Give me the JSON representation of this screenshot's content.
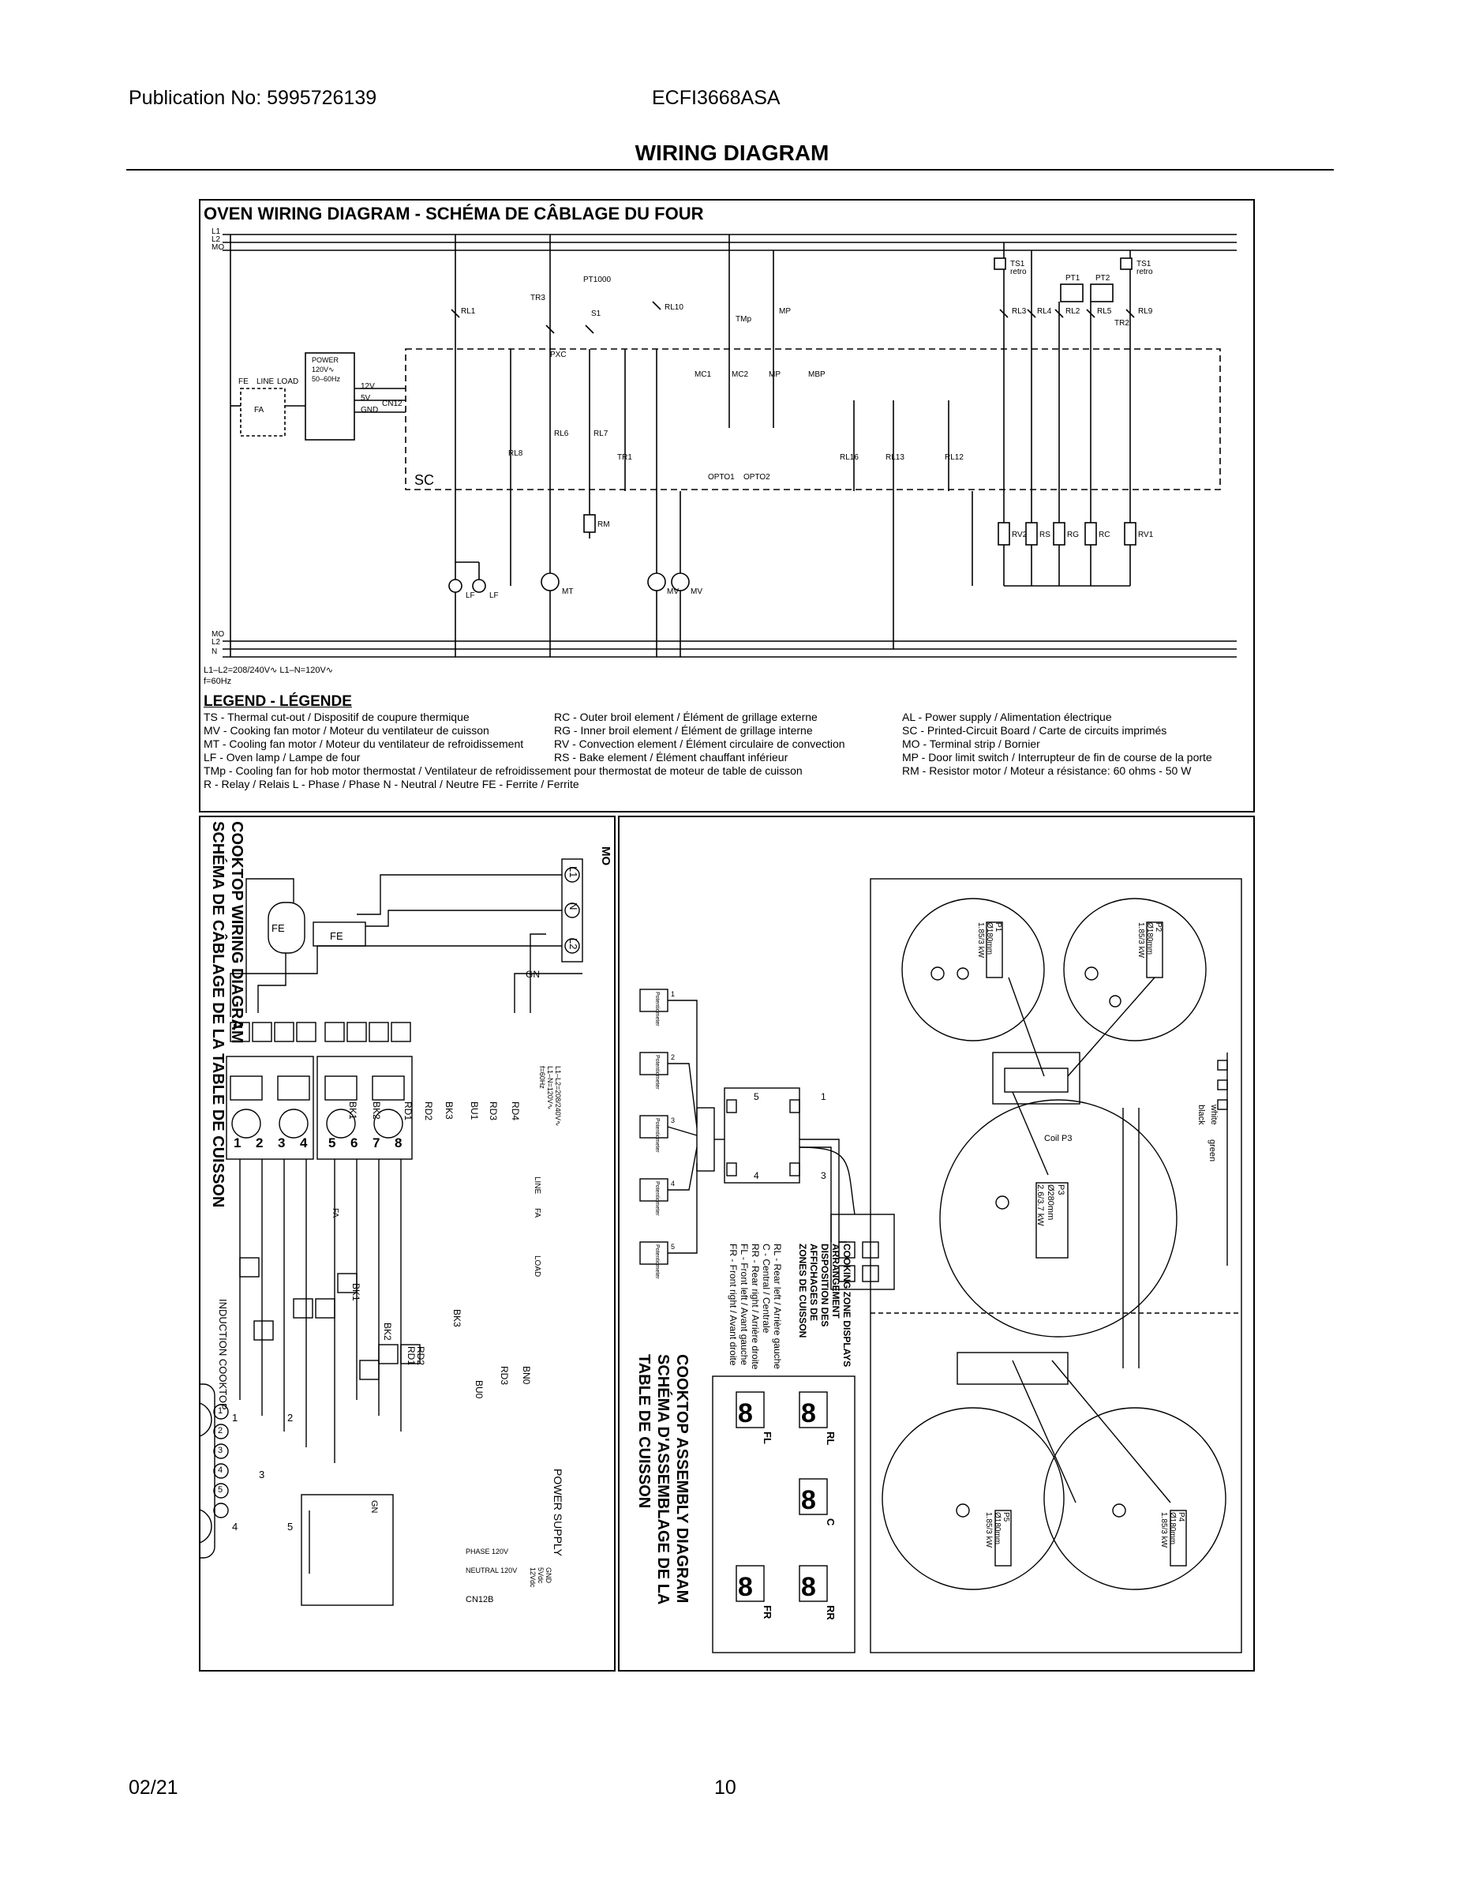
{
  "header": {
    "publication": "Publication No: 5995726139",
    "model": "ECFI3668ASA",
    "title": "WIRING DIAGRAM"
  },
  "footer": {
    "date": "02/21",
    "page": "10"
  },
  "oven": {
    "title": "OVEN WIRING DIAGRAM  -  SCHÉMA DE CÂBLAGE DU FOUR",
    "supply_note": "L1–L2=208/240V∿  L1–N=120V∿",
    "freq_note": "f=60Hz",
    "power_box": [
      "POWER",
      "120V∿",
      "50–60Hz"
    ],
    "legend_title": "LEGEND - LÉGENDE",
    "legend_col1": [
      "TS - Thermal cut-out / Dispositif de coupure thermique",
      "MV - Cooking fan motor / Moteur du ventilateur de cuisson",
      "MT - Cooling fan motor / Moteur du ventilateur de refroidissement",
      "LF - Oven lamp / Lampe de four",
      "TMp - Cooling fan for hob motor thermostat / Ventilateur de refroidissement pour thermostat de moteur de table de cuisson",
      "R - Relay / Relais  L - Phase / Phase  N - Neutral / Neutre  FE - Ferrite / Ferrite"
    ],
    "legend_col2": [
      "RC - Outer broil element / Élément de grillage externe",
      "RG - Inner broil element / Élément de grillage interne",
      "RV - Convection element / Élément circulaire de convection",
      "RS - Bake element / Élément chauffant inférieur"
    ],
    "legend_col3": [
      "AL - Power supply / Alimentation électrique",
      "SC - Printed-Circuit Board / Carte de circuits imprimés",
      "MO - Terminal strip / Bornier",
      "MP - Door limit switch / Interrupteur de fin de course de la porte",
      "RM - Resistor motor / Moteur a résistance:  60 ohms - 50 W"
    ],
    "relays": [
      "RL1",
      "TR3",
      "RL8",
      "RL6",
      "RL7",
      "TR1",
      "RL10",
      "RL16",
      "RL13",
      "RL12",
      "RL3",
      "RL4",
      "RL2",
      "RL5",
      "TR2",
      "RL9"
    ],
    "loads": [
      "LF",
      "LF",
      "MT",
      "MV",
      "MV",
      "RM",
      "RV2",
      "RS",
      "RG",
      "RC",
      "RV1"
    ],
    "misc_labels": [
      "PT1000",
      "S1",
      "TMp",
      "MP",
      "MC1",
      "MC2",
      "MBP",
      "PXC",
      "OPTO1",
      "OPTO2",
      "TS1 retro",
      "TS1 retro",
      "PT1",
      "PT2",
      "SC",
      "FA",
      "FE",
      "LINE",
      "LOAD",
      "12V",
      "5V",
      "GND",
      "CN12"
    ]
  },
  "cooktop_wiring": {
    "title_1": "COOKTOP WIRING DIAGRAM",
    "title_2": "SCHÉMA DE CÂBLAGE DE LA TABLE DE CUISSON",
    "mo_label": "MO",
    "terminals": [
      "L1",
      "N",
      "L2"
    ],
    "fe_label": "FE",
    "gn_label": "GN",
    "supply_note": [
      "L1–L2=208/240V∿",
      "L1–N=120V∿",
      "f=60Hz"
    ],
    "wire_labels_top": [
      "BK1",
      "BK2",
      "RD1",
      "RD2",
      "BK3",
      "BU1",
      "RD3",
      "RD4"
    ],
    "connector_numbers": [
      "1",
      "2",
      "3",
      "4",
      "5",
      "6",
      "7",
      "8"
    ],
    "wire_labels_bottom": [
      "BK1",
      "BK2",
      "RD1",
      "RD2",
      "BK3",
      "BU0",
      "RD3",
      "BN0"
    ],
    "fa_label": "FA",
    "line_label": "LINE",
    "load_label": "LOAD",
    "induction_label": "INDUCTION COOKTOP",
    "power_supply_label": "POWER SUPPLY",
    "supply_lines": [
      "PHASE 120V",
      "NEUTRAL 120V",
      "GND",
      "5Vdc",
      "12Vdc",
      "CN12B",
      "CN",
      "GND"
    ],
    "cooktop_zone_numbers": [
      "1",
      "2",
      "3",
      "4",
      "5"
    ],
    "terminal_numbers": [
      "1",
      "2",
      "3",
      "4",
      "5"
    ]
  },
  "cooktop_assembly": {
    "title_1": "COOKTOP ASSEMBLY DIAGRAM",
    "title_2": "SCHÉMA D'ASSEMBLAGE DE LA",
    "title_3": "TABLE DE CUISSON",
    "zone_title": [
      "COOKING ZONE DISPLAYS",
      "ARRANGEMENT",
      "DISPOSITION DES",
      "AFFICHAGES DE",
      "ZONES DE CUISSON"
    ],
    "zone_legend": [
      "RL - Rear left / Arrière gauche",
      "C - Central / Centrale",
      "RR - Rear right / Arrière droite",
      "FL - Front left / Avant gauche",
      "FR - Front right / Avant droite"
    ],
    "display_labels": [
      "RL",
      "FL",
      "C",
      "RR",
      "FR"
    ],
    "display_digit": "8",
    "potentiometer_label": "Potentiometer",
    "ui_connectors": [
      "1",
      "2",
      "3",
      "4",
      "5"
    ],
    "hub_connectors": [
      "5",
      "1",
      "4",
      "3"
    ],
    "zones": [
      {
        "name": "P1",
        "size": "Ø180mm",
        "power": "1.85/3 kW"
      },
      {
        "name": "P2",
        "size": "Ø180mm",
        "power": "1.85/3 kW"
      },
      {
        "name": "P3",
        "size": "Ø280mm",
        "power": "2.6/3.7 kW"
      },
      {
        "name": "P5",
        "size": "Ø180mm",
        "power": "1.85/3 kW"
      },
      {
        "name": "P4",
        "size": "Ø180mm",
        "power": "1.85/3 kW"
      }
    ],
    "coil_label": "Coil P3",
    "wire_colors": [
      "black",
      "white",
      "green"
    ]
  }
}
